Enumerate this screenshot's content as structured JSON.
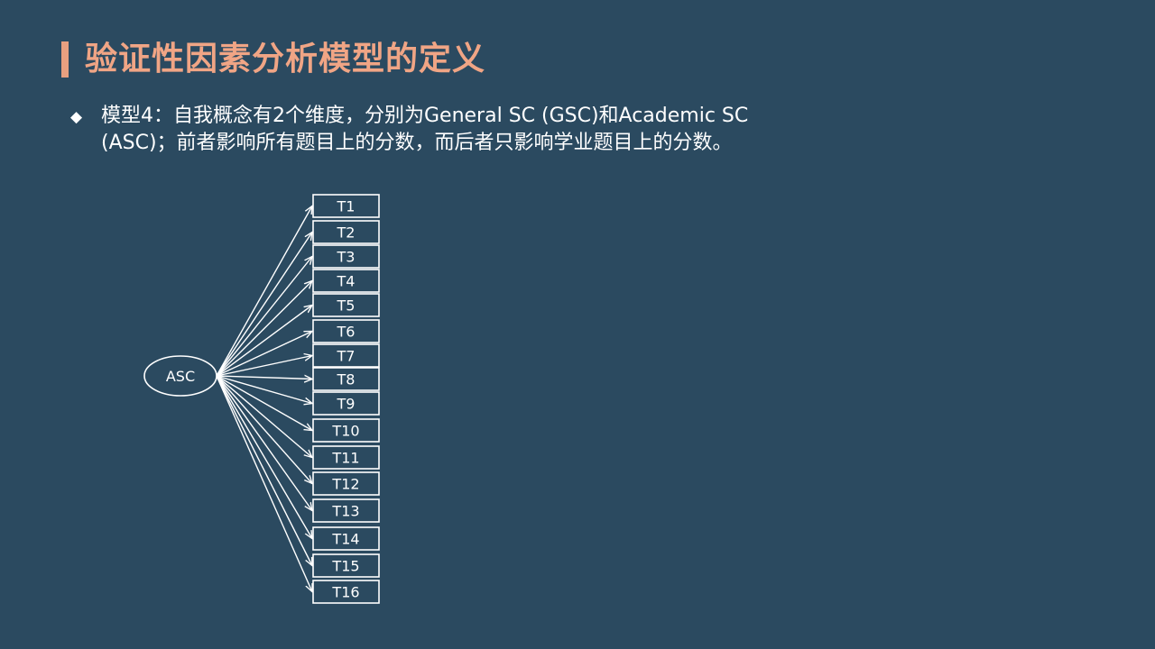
{
  "slide": {
    "title": "验证性因素分析模型的定义",
    "bullet": "◆",
    "description_line1": "模型4：自我概念有2个维度，分别为General SC (GSC)和Academic SC",
    "description_line2": "(ASC)；前者影响所有题目上的分数，而后者只影响学业题目上的分数。"
  },
  "diagram": {
    "factor": "ASC",
    "items": [
      "T1",
      "T2",
      "T3",
      "T4",
      "T5",
      "T6",
      "T7",
      "T8",
      "T9",
      "T10",
      "T11",
      "T12",
      "T13",
      "T14",
      "T15",
      "T16"
    ],
    "colors": {
      "stroke": "#ffffff",
      "text": "#ffffff"
    }
  }
}
